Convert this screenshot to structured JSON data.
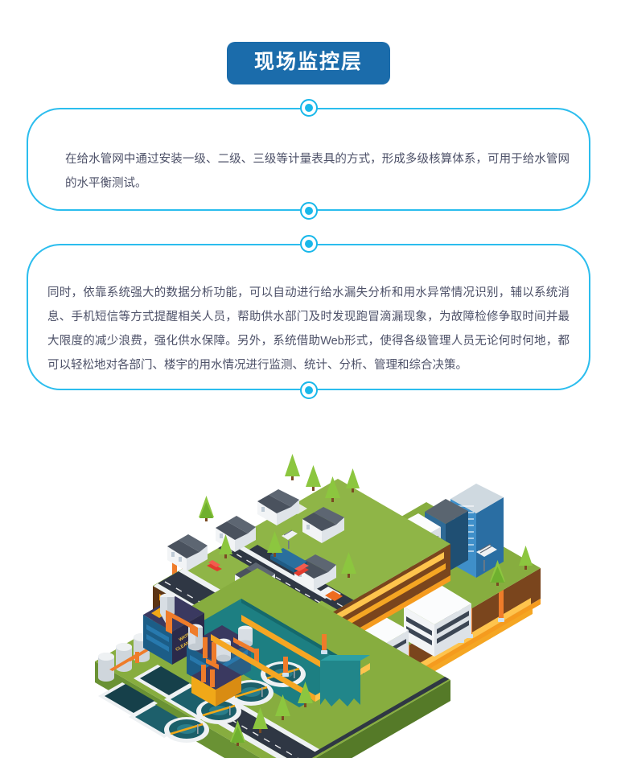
{
  "header": {
    "badge_label": "现场监控层",
    "badge_color": "#1b6cab",
    "badge_text_color": "#ffffff"
  },
  "theme": {
    "accent_cyan": "#19b8ea",
    "border_cyan": "#2bbdee",
    "body_text_color": "#4d5168",
    "background": "#ffffff"
  },
  "panels": [
    {
      "id": "panel-metering",
      "text": "在给水管网中通过安装一级、二级、三级等计量表具的方式，形成多级核算体系，可用于给水管网的水平衡测试。"
    },
    {
      "id": "panel-analysis",
      "text": "同时，依靠系统强大的数据分析功能，可以自动进行给水漏失分析和用水异常情况识别，辅以系统消息、手机短信等方式提醒相关人员，帮助供水部门及时发现跑冒滴漏现象，为故障检修争取时间并最大限度的减少浪费，强化供水保障。另外，系统借助Web形式，使得各级管理人员无论何时何地，都可以轻松地对各部门、楼宇的用水情况进行监测、统计、分析、管理和综合决策。"
    }
  ],
  "connectors": [
    {
      "name": "connector-node-1",
      "position": "panel-1-top"
    },
    {
      "name": "connector-node-2",
      "position": "panel-1-bottom"
    },
    {
      "name": "connector-node-3",
      "position": "panel-2-top"
    },
    {
      "name": "connector-node-4",
      "position": "panel-2-bottom"
    }
  ],
  "illustration": {
    "alt": "等轴测城市供水管网示意图",
    "plant_label": "WATER CLEANING",
    "colors": {
      "grass": "#7ba23f",
      "grass_light": "#8fb547",
      "grass_dark": "#5f8a2e",
      "soil": "#6b3f1d",
      "soil_dark": "#512d13",
      "soil_side": "#e8921f",
      "pipe": "#f5a623",
      "pipe_light": "#ffc44d",
      "pipe_riser": "#ef7c2a",
      "road": "#2f3744",
      "road_dark": "#242b36",
      "water": "#1d7f82",
      "water_dark": "#15696c",
      "waterfall": "#21868a",
      "building_white": "#f2f4f6",
      "building_gray": "#3c4654",
      "building_blue": "#2b6ea8",
      "glass_blue": "#4a9ad4",
      "roof_gray": "#4a525e",
      "plant_navy": "#2b2a4a",
      "plant_blue": "#1c5d87",
      "plant_yellow": "#f0a818",
      "tree_green": "#8cc63f",
      "tree_dark": "#5fa52c",
      "tank_gray": "#cfd6dc"
    },
    "elements": [
      "water-treatment-plant",
      "clarifier-basins",
      "storage-tanks",
      "suburban-houses",
      "downtown-towers",
      "roads",
      "vehicles",
      "trees",
      "underground-water-pipes",
      "reservoir",
      "waterfall-outflow"
    ]
  }
}
